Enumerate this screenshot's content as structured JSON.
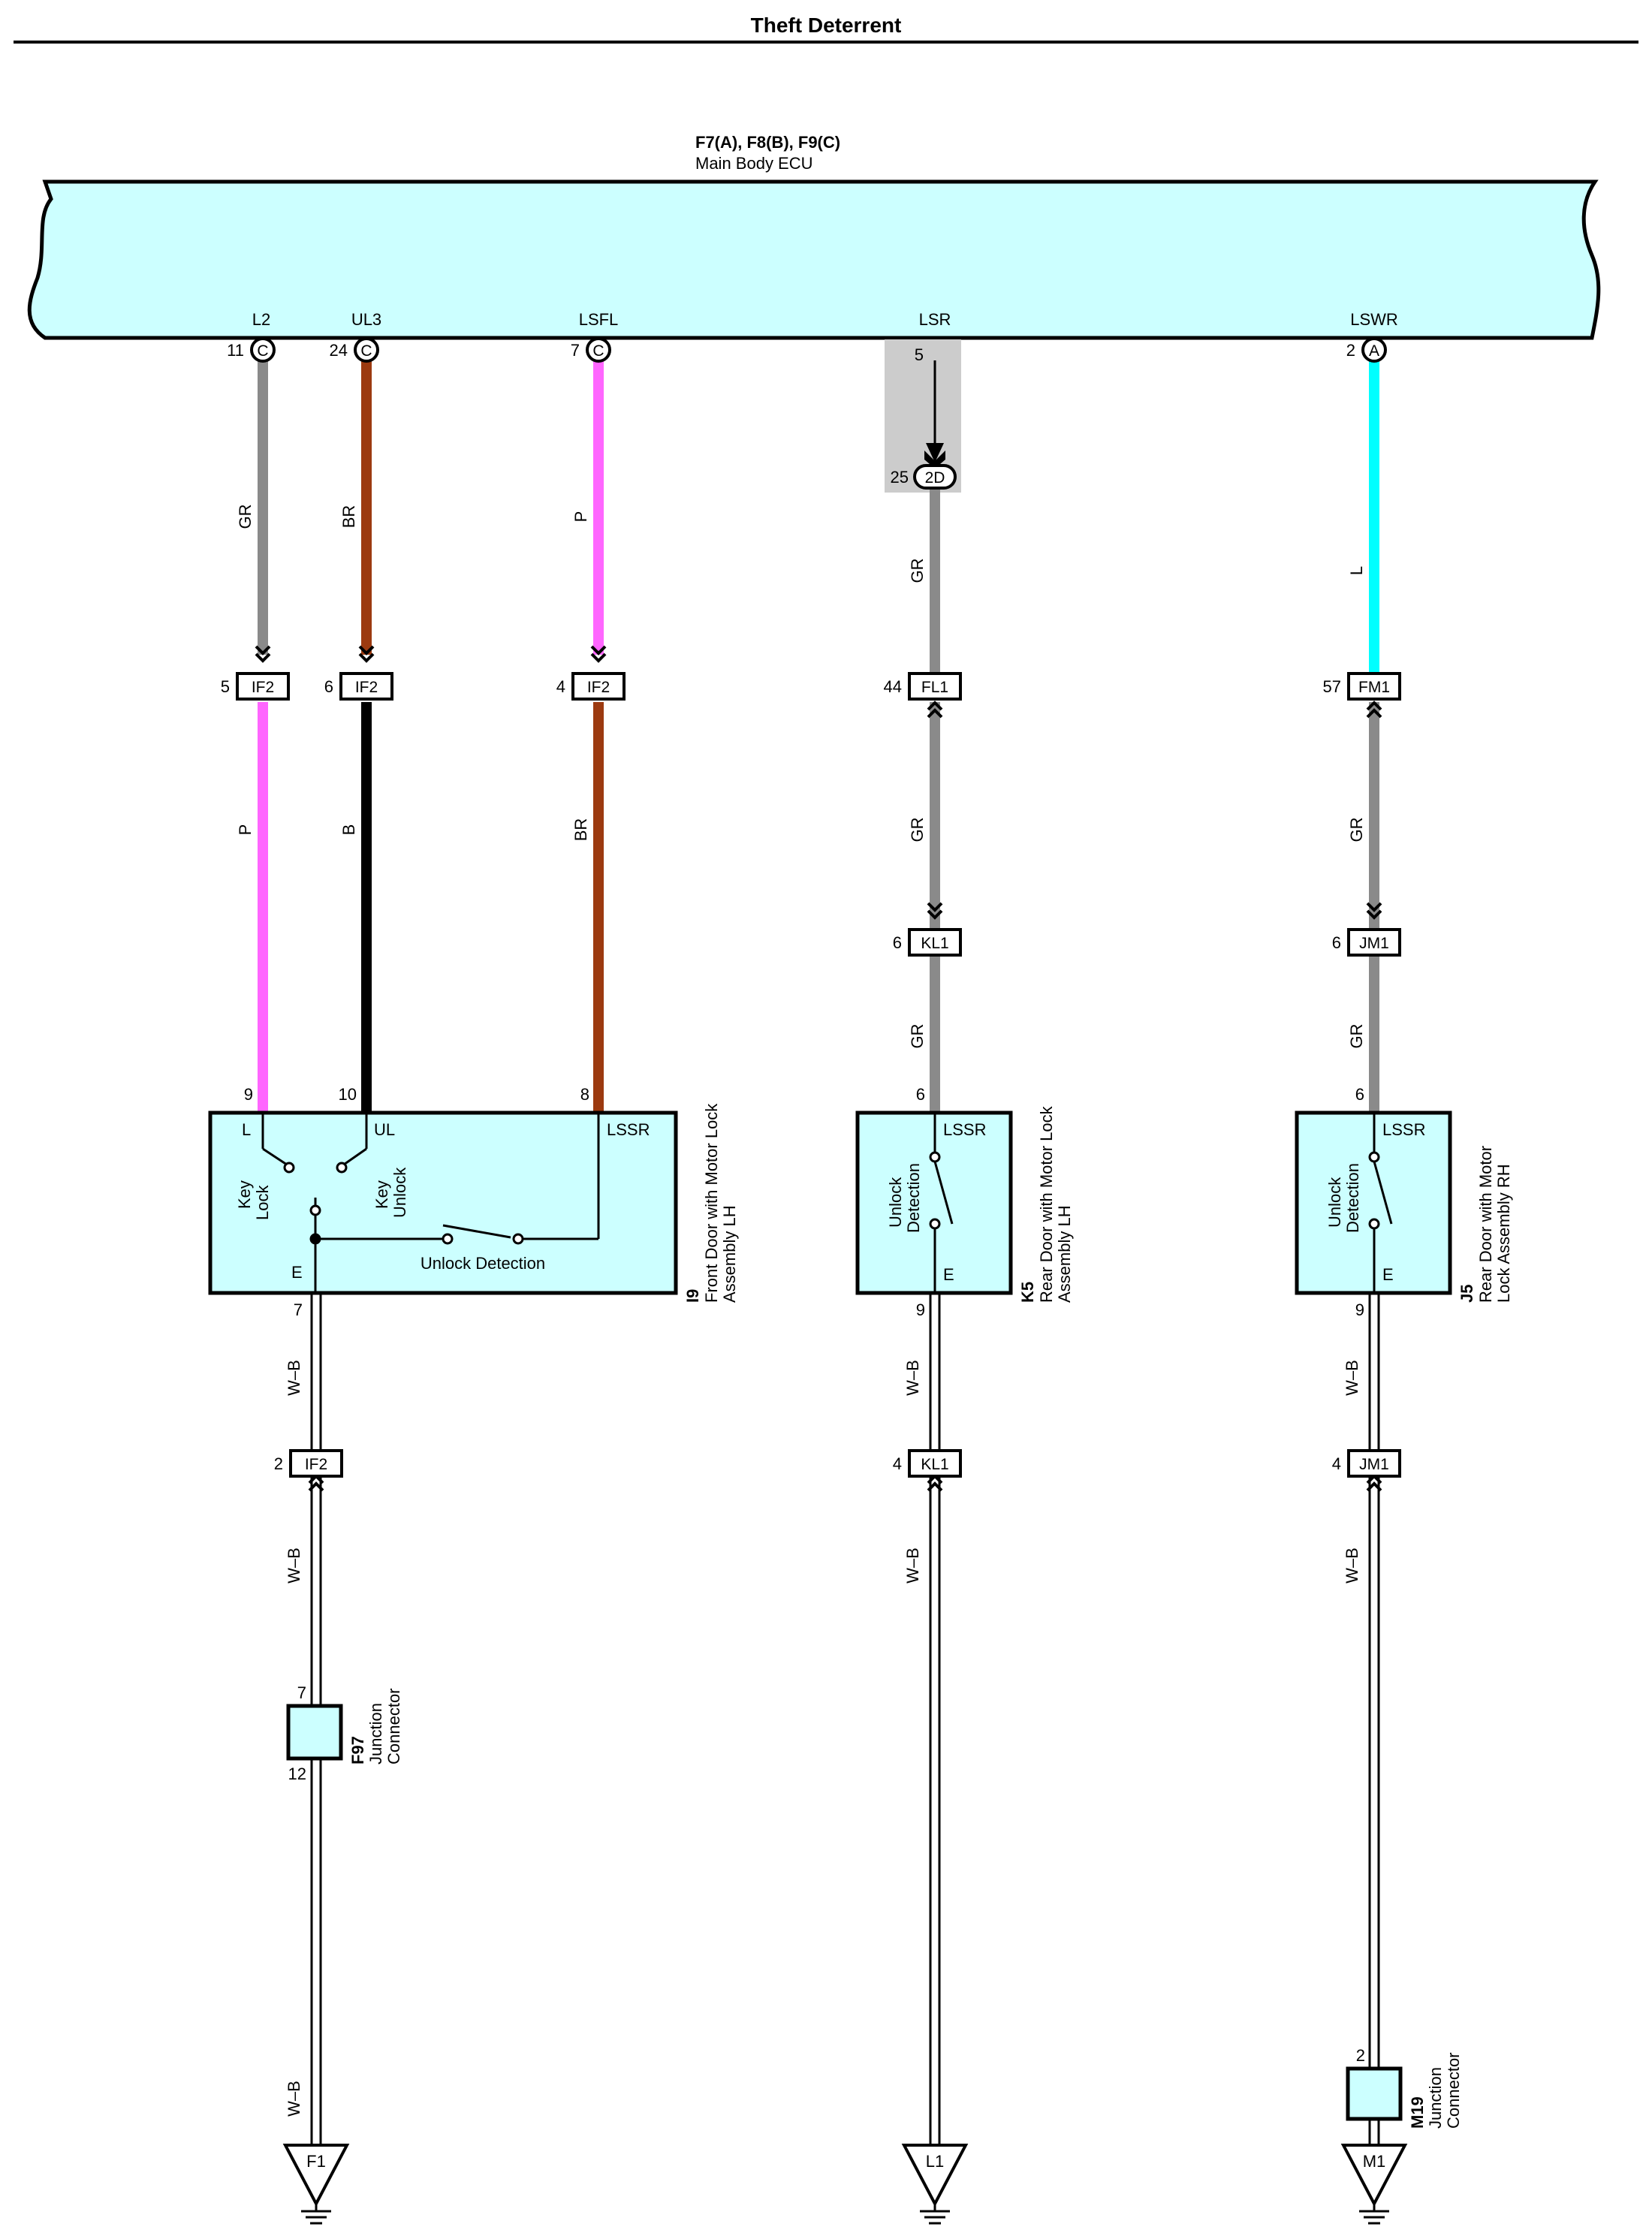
{
  "header": {
    "title": "Theft Deterrent"
  },
  "ecu": {
    "connectors": "F7(A), F8(B), F9(C)",
    "name": "Main Body ECU",
    "pins": [
      {
        "terminal": "L2",
        "pin": "11",
        "conn": "C"
      },
      {
        "terminal": "UL3",
        "pin": "24",
        "conn": "C"
      },
      {
        "terminal": "LSFL",
        "pin": "7",
        "conn": "C"
      },
      {
        "terminal": "LSR",
        "pin": "5",
        "conn": ""
      },
      {
        "terminal": "LSWR",
        "pin": "2",
        "conn": "A"
      }
    ]
  },
  "colors": {
    "GR": "#8a8a8a",
    "BR": "#9c3a10",
    "P": "#ff66ff",
    "B": "#000000",
    "L": "#00ffff",
    "component_fill": "#ccffff",
    "shade": "#cccccc"
  },
  "wires": {
    "c1_top": "GR",
    "c2_top": "BR",
    "c3_top": "P",
    "c1_mid": "P",
    "c2_mid": "B",
    "c3_mid": "BR",
    "c4_top": "GR",
    "c4_mid": "GR",
    "c4_low": "GR",
    "c5_top": "L",
    "c5_mid": "GR",
    "c5_low": "GR",
    "wb": "W–B"
  },
  "junctions": {
    "c4_2d": {
      "pin": "25",
      "label": "2D"
    },
    "c1_if2": {
      "pin": "5",
      "label": "IF2"
    },
    "c2_if2": {
      "pin": "6",
      "label": "IF2"
    },
    "c3_if2": {
      "pin": "4",
      "label": "IF2"
    },
    "c4_fl1": {
      "pin": "44",
      "label": "FL1"
    },
    "c5_fm1": {
      "pin": "57",
      "label": "FM1"
    },
    "c4_kl1": {
      "pin": "6",
      "label": "KL1"
    },
    "c5_jm1": {
      "pin": "6",
      "label": "JM1"
    },
    "g1_if2": {
      "pin": "2",
      "label": "IF2"
    },
    "g2_kl1": {
      "pin": "4",
      "label": "KL1"
    },
    "g3_jm1": {
      "pin": "4",
      "label": "JM1"
    }
  },
  "components": {
    "i9": {
      "code": "I9",
      "name_line1": "Front Door with Motor Lock",
      "name_line2": "Assembly LH",
      "pin_l": "9",
      "pin_ul": "10",
      "pin_lssr": "8",
      "pin_e": "7",
      "term_l": "L",
      "term_ul": "UL",
      "term_lssr": "LSSR",
      "term_e": "E",
      "sw_key_lock_1": "Key",
      "sw_key_lock_2": "Lock",
      "sw_key_unlock_1": "Key",
      "sw_key_unlock_2": "Unlock",
      "sw_unlock_detection": "Unlock Detection"
    },
    "k5": {
      "code": "K5",
      "name_line1": "Rear Door with Motor Lock",
      "name_line2": "Assembly LH",
      "pin_top": "6",
      "pin_e": "9",
      "term_top": "LSSR",
      "term_e": "E",
      "sw_1": "Unlock",
      "sw_2": "Detection"
    },
    "j5": {
      "code": "J5",
      "name_line1": "Rear Door with Motor",
      "name_line2": "Lock Assembly RH",
      "pin_top": "6",
      "pin_e": "9",
      "term_top": "LSSR",
      "term_e": "E",
      "sw_1": "Unlock",
      "sw_2": "Detection"
    },
    "f97": {
      "code": "F97",
      "name_line1": "Junction",
      "name_line2": "Connector",
      "pin_top": "7",
      "pin_bottom": "12"
    },
    "m19": {
      "code": "M19",
      "name_line1": "Junction",
      "name_line2": "Connector",
      "pin_top": "2"
    }
  },
  "grounds": [
    "F1",
    "L1",
    "M1"
  ]
}
